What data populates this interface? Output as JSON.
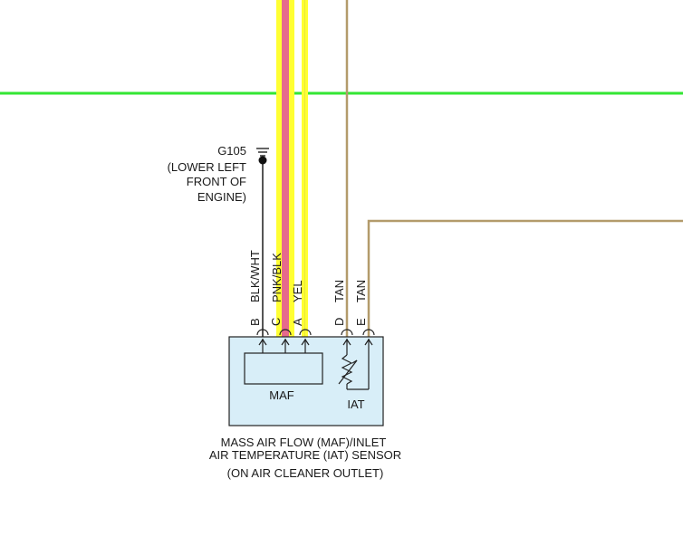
{
  "colors": {
    "background": "#ffffff",
    "bus_green": "#33e633",
    "tan": "#b39b6b",
    "black_white_wire": "#555555",
    "pink_wire_core": "#e66a8c",
    "yellow": "#ffff33",
    "sensor_fill": "#d8eef8",
    "outline": "#222222"
  },
  "ground": {
    "id": "G105",
    "location_lines": [
      "(LOWER LEFT",
      "FRONT OF",
      "ENGINE)"
    ]
  },
  "wires": [
    {
      "pin": "B",
      "color_code": "BLK/WHT"
    },
    {
      "pin": "C",
      "color_code": "PNK/BLK"
    },
    {
      "pin": "A",
      "color_code": "YEL"
    },
    {
      "pin": "D",
      "color_code": "TAN"
    },
    {
      "pin": "E",
      "color_code": "TAN"
    }
  ],
  "sensor": {
    "maf_label": "MAF",
    "iat_label": "IAT",
    "title_lines": [
      "MASS AIR FLOW (MAF)/INLET",
      "AIR TEMPERATURE (IAT) SENSOR"
    ],
    "location": "(ON AIR CLEANER OUTLET)"
  }
}
